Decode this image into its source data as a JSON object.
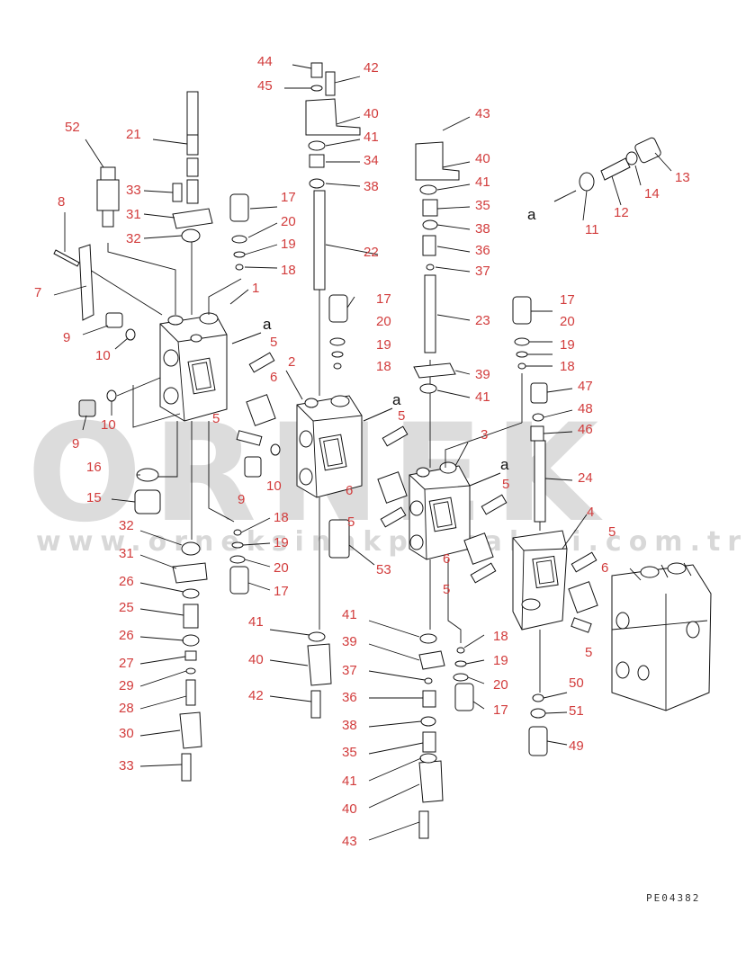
{
  "watermark": {
    "brand": "ORNEK",
    "url": "www.orneksinakparcalari.com.tr"
  },
  "drawing_code": "PE04382",
  "view_marker": "a",
  "labels": {
    "n1": "1",
    "n2": "2",
    "n3": "3",
    "n4": "4",
    "n5": "5",
    "n6": "6",
    "n7": "7",
    "n8": "8",
    "n9": "9",
    "n10": "10",
    "n11": "11",
    "n12": "12",
    "n13": "13",
    "n14": "14",
    "n15": "15",
    "n16": "16",
    "n17": "17",
    "n18": "18",
    "n19": "19",
    "n20": "20",
    "n21": "21",
    "n22": "22",
    "n23": "23",
    "n24": "24",
    "n25": "25",
    "n26": "26",
    "n27": "27",
    "n28": "28",
    "n29": "29",
    "n30": "30",
    "n31": "31",
    "n32": "32",
    "n33": "33",
    "n34": "34",
    "n35": "35",
    "n36": "36",
    "n37": "37",
    "n38": "38",
    "n39": "39",
    "n40": "40",
    "n41": "41",
    "n42": "42",
    "n43": "43",
    "n44": "44",
    "n45": "45",
    "n46": "46",
    "n47": "47",
    "n48": "48",
    "n49": "49",
    "n50": "50",
    "n51": "51",
    "n52": "52",
    "n53": "53"
  }
}
